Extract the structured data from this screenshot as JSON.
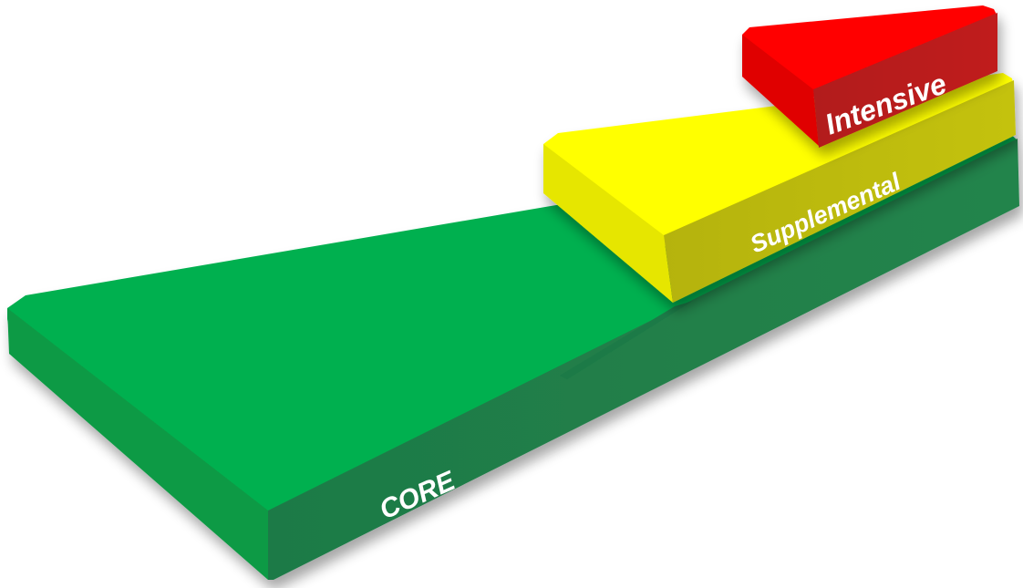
{
  "tiers": [
    {
      "key": "core",
      "label": "CORE",
      "colors": {
        "top": "#00b050",
        "front": "#1e7a46",
        "front_light": "#23844c",
        "edge": "#0d9a44"
      }
    },
    {
      "key": "supplemental",
      "label": "Supplemental",
      "colors": {
        "top": "#ffff00",
        "front": "#b5b30a",
        "front_light": "#c4c20c",
        "edge": "#e6e600"
      }
    },
    {
      "key": "intensive",
      "label": "Intensive",
      "colors": {
        "top": "#ff0000",
        "front": "#b21a1c",
        "front_light": "#c01c1f",
        "edge": "#e00000"
      }
    }
  ]
}
